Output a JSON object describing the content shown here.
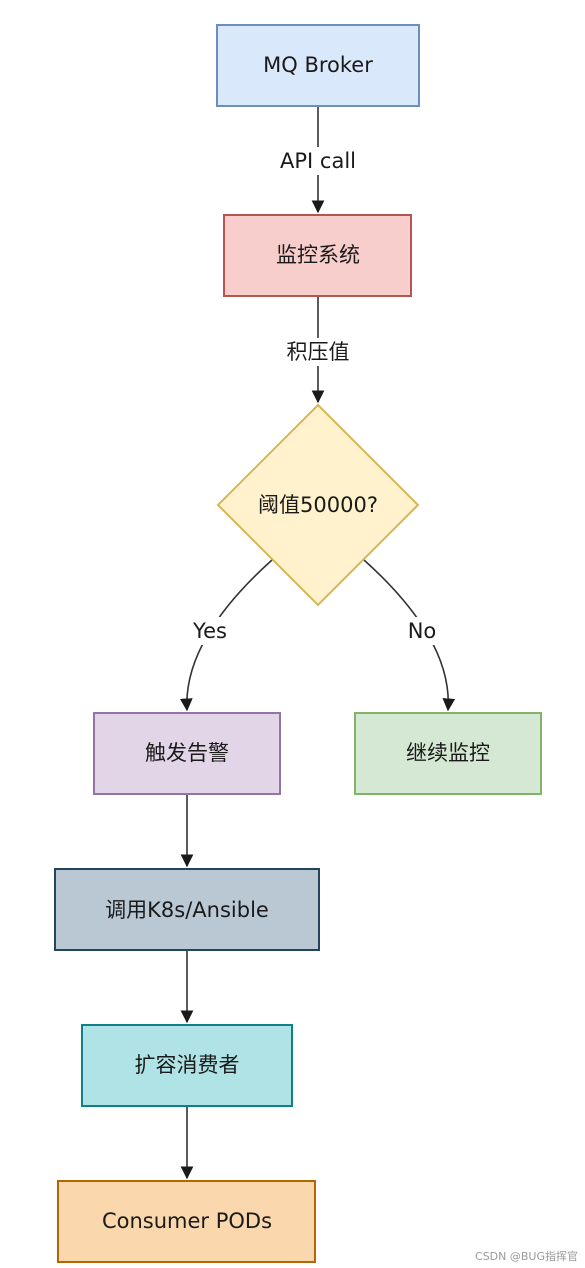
{
  "nodes": {
    "broker": "MQ Broker",
    "monitor": "监控系统",
    "threshold": "阈值50000?",
    "alert": "触发告警",
    "continue": "继续监控",
    "invoke": "调用K8s/Ansible",
    "scale": "扩容消费者",
    "pods": "Consumer PODs"
  },
  "edges": {
    "api_call": "API call",
    "backlog": "积压值",
    "yes": "Yes",
    "no": "No"
  },
  "colors": {
    "broker_fill": "#dae8fc",
    "broker_stroke": "#6c8ebf",
    "monitor_fill": "#f8cecc",
    "monitor_stroke": "#b85450",
    "threshold_fill": "#fff2cc",
    "threshold_stroke": "#d6b656",
    "alert_fill": "#e1d5e7",
    "alert_stroke": "#9673a6",
    "continue_fill": "#d5e8d4",
    "continue_stroke": "#82b366",
    "invoke_fill": "#bac8d3",
    "invoke_stroke": "#23445d",
    "scale_fill": "#b0e3e6",
    "scale_stroke": "#0e8088",
    "pods_fill": "#fad7ac",
    "pods_stroke": "#b46504"
  },
  "watermark": "CSDN @BUG指挥官"
}
